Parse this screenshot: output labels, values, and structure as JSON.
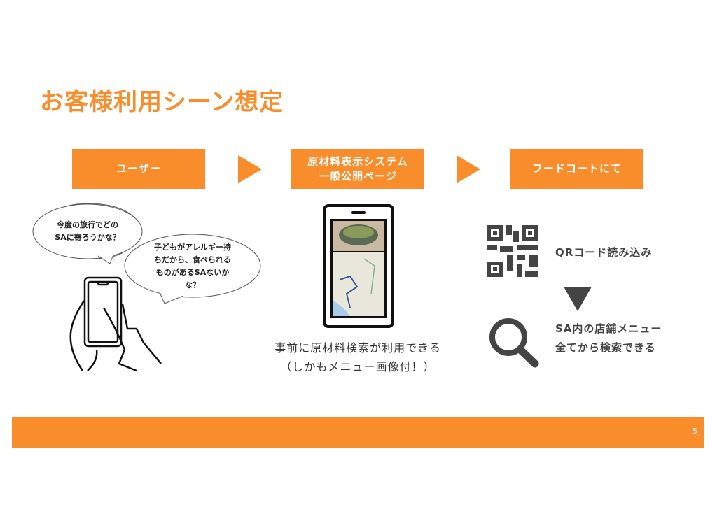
{
  "title": "お客様利用シーン想定",
  "steps": [
    {
      "label": "ユーザー"
    },
    {
      "label_line1": "原材料表示システム",
      "label_line2": "一般公開ページ"
    },
    {
      "label": "フードコートにて"
    }
  ],
  "bubbles": [
    {
      "line1": "今度の旅行でどの",
      "line2": "SAに寄ろうかな？"
    },
    {
      "line1": "子どもがアレルギー持",
      "line2": "ちだから、食べられる",
      "line3": "ものがあるSAないか",
      "line4": "な？"
    }
  ],
  "caption": {
    "line1": "事前に原材料検索が利用できる",
    "line2": "（しかもメニュー画像付！）"
  },
  "qr_text": "QRコード読み込み",
  "search_text": {
    "line1": "SA内の店舗メニュー",
    "line2": "全てから検索できる"
  },
  "page_number": "5",
  "colors": {
    "accent": "#f98d2c"
  }
}
